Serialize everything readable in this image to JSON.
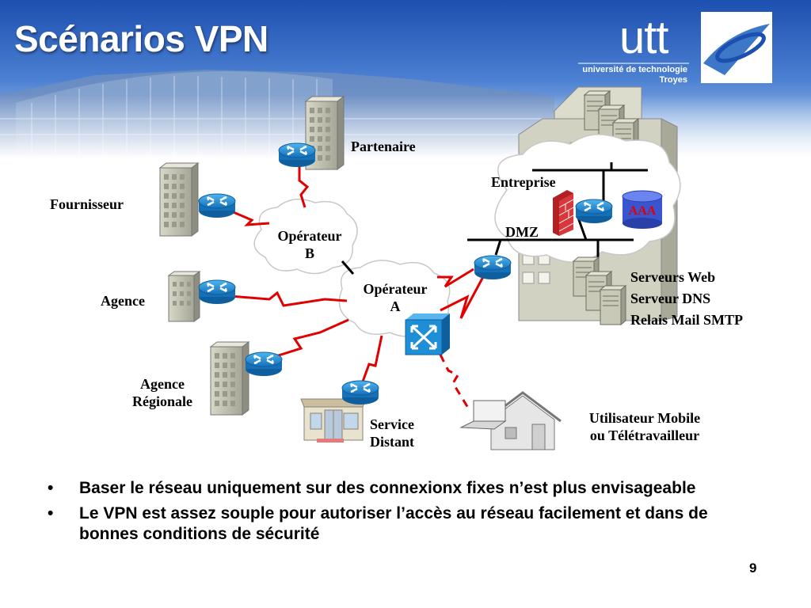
{
  "slide": {
    "title": "Scénarios VPN",
    "page_number": "9"
  },
  "logo": {
    "name": "utt",
    "line1": "université de technologie",
    "line2": "Troyes"
  },
  "diagram": {
    "labels": {
      "partenaire": "Partenaire",
      "fournisseur": "Fournisseur",
      "operateur_b": [
        "Opérateur",
        "B"
      ],
      "operateur_a": [
        "Opérateur",
        "A"
      ],
      "agence": "Agence",
      "agence_regionale": [
        "Agence",
        "Régionale"
      ],
      "service_distant": [
        "Service",
        "Distant"
      ],
      "utilisateur_mobile": [
        "Utilisateur Mobile",
        "ou Télétravailleur"
      ],
      "entreprise": "Entreprise",
      "dmz": "DMZ",
      "aaa": "AAA",
      "serveurs": [
        "Serveurs Web",
        "Serveur DNS",
        "Relais Mail SMTP"
      ]
    },
    "colors": {
      "wan_link": "#e00000",
      "router": "#1e8fd6",
      "firewall": "#c8262a",
      "aaa_db": "#3a55d0"
    }
  },
  "bullets": [
    "Baser le réseau uniquement sur des connexionx fixes n’est plus envisageable",
    "Le VPN est assez souple pour autoriser l’accès au réseau facilement et dans de bonnes conditions de sécurité"
  ],
  "bullet_symbol": "•"
}
